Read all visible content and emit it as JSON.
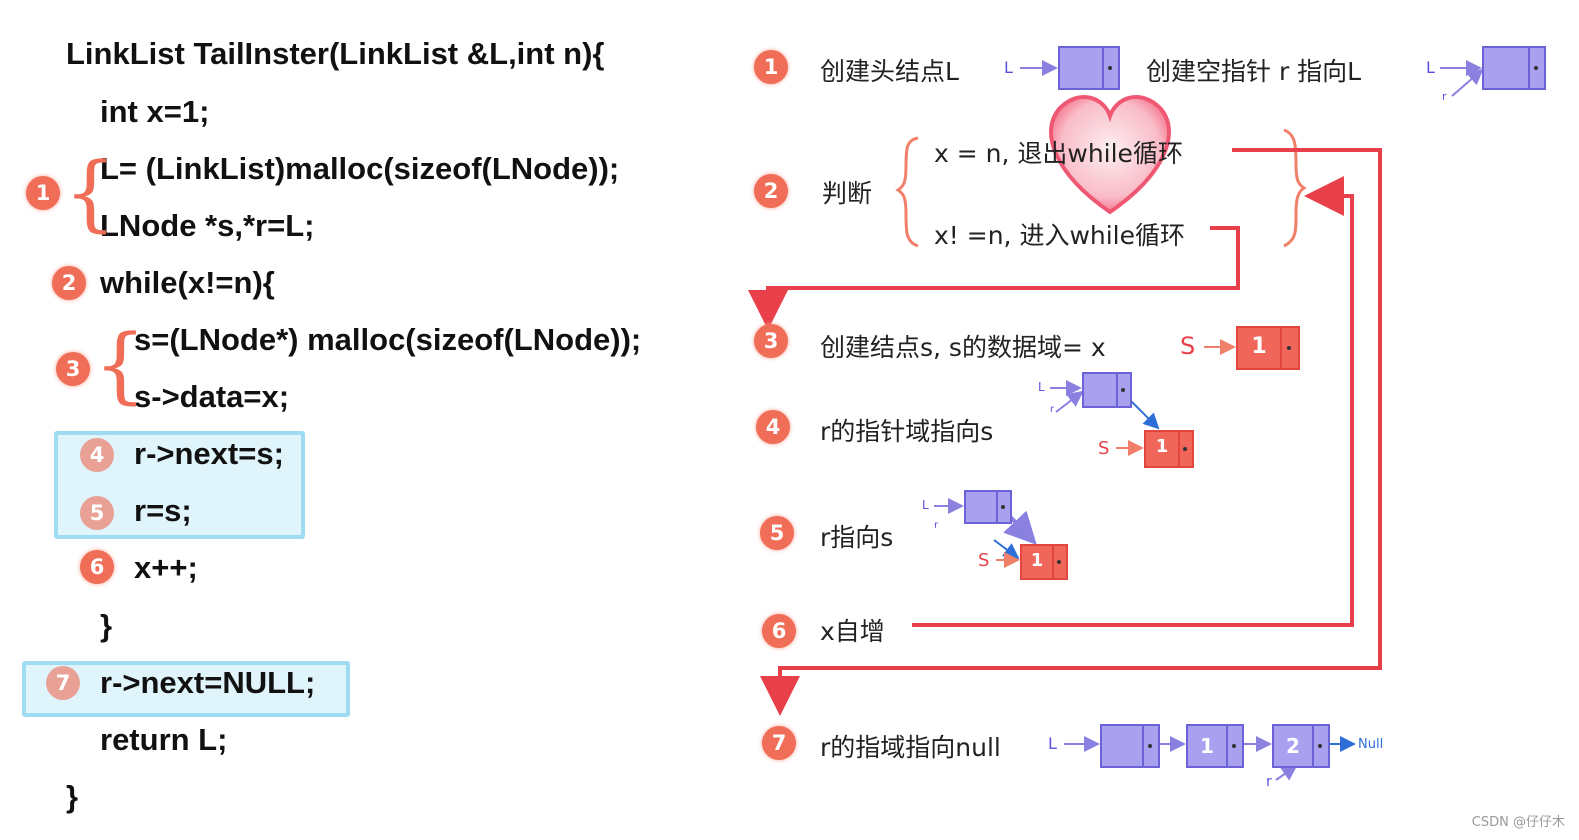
{
  "code": {
    "line1": "LinkList TailInster(LinkList &L,int n){",
    "line2": "int x=1;",
    "line3": "L= (LinkList)malloc(sizeof(LNode));",
    "line4": "LNode *s,*r=L;",
    "line5": "while(x!=n){",
    "line6": "s=(LNode*) malloc(sizeof(LNode));",
    "line7": "s->data=x;",
    "line8": "r->next=s;",
    "line9": "r=s;",
    "line10": "x++;",
    "line11": "}",
    "line12": "r->next=NULL;",
    "line13": "return L;",
    "line14": "}"
  },
  "badges": [
    "1",
    "2",
    "3",
    "4",
    "5",
    "6",
    "7"
  ],
  "steps": {
    "s1a": "创建头结点L",
    "s1b": "创建空指针 r 指向L",
    "s2": "判断",
    "s2a": "x = n, 退出while循环",
    "s2b": "x! =n, 进入while循环",
    "s3": "创建结点s, s的数据域= x",
    "s4": "r的指针域指向s",
    "s5": "r指向s",
    "s6": "x自增",
    "s7": "r的指域指向null"
  },
  "labels": {
    "L": "L",
    "r": "r",
    "S": "S",
    "one": "1",
    "two": "2",
    "null": "Null"
  },
  "watermark": "CSDN @仔仔木",
  "colors": {
    "accent_red": "#e8404a",
    "badge": "#f06d57",
    "node_purple": "#a9a0ef",
    "node_red": "#f0665a",
    "highlight": "#dff4fb"
  }
}
